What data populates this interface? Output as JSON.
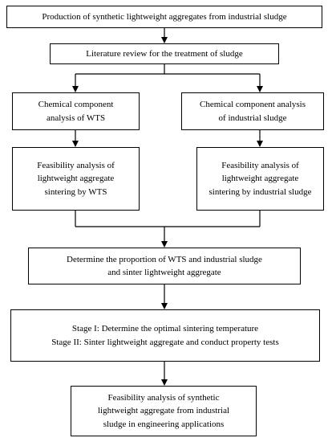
{
  "nodes": {
    "n1": "Production of synthetic lightweight aggregates from industrial sludge",
    "n2": "Literature review for the treatment of sludge",
    "n3": "Chemical component\nanalysis of WTS",
    "n4": "Chemical component analysis\nof industrial sludge",
    "n5": "Feasibility analysis of\nlightweight aggregate\nsintering by WTS",
    "n6": "Feasibility analysis of\nlightweight aggregate\nsintering by industrial sludge",
    "n7": "Determine the proportion of WTS and industrial sludge\nand sinter lightweight aggregate",
    "n8": "Stage I: Determine the optimal sintering temperature\nStage II: Sinter lightweight aggregate  and conduct property  tests",
    "n9": "Feasibility analysis of synthetic\nlightweight aggregate from industrial\nsludge in engineering applications"
  },
  "colors": {
    "line": "#000000",
    "background": "#ffffff"
  }
}
